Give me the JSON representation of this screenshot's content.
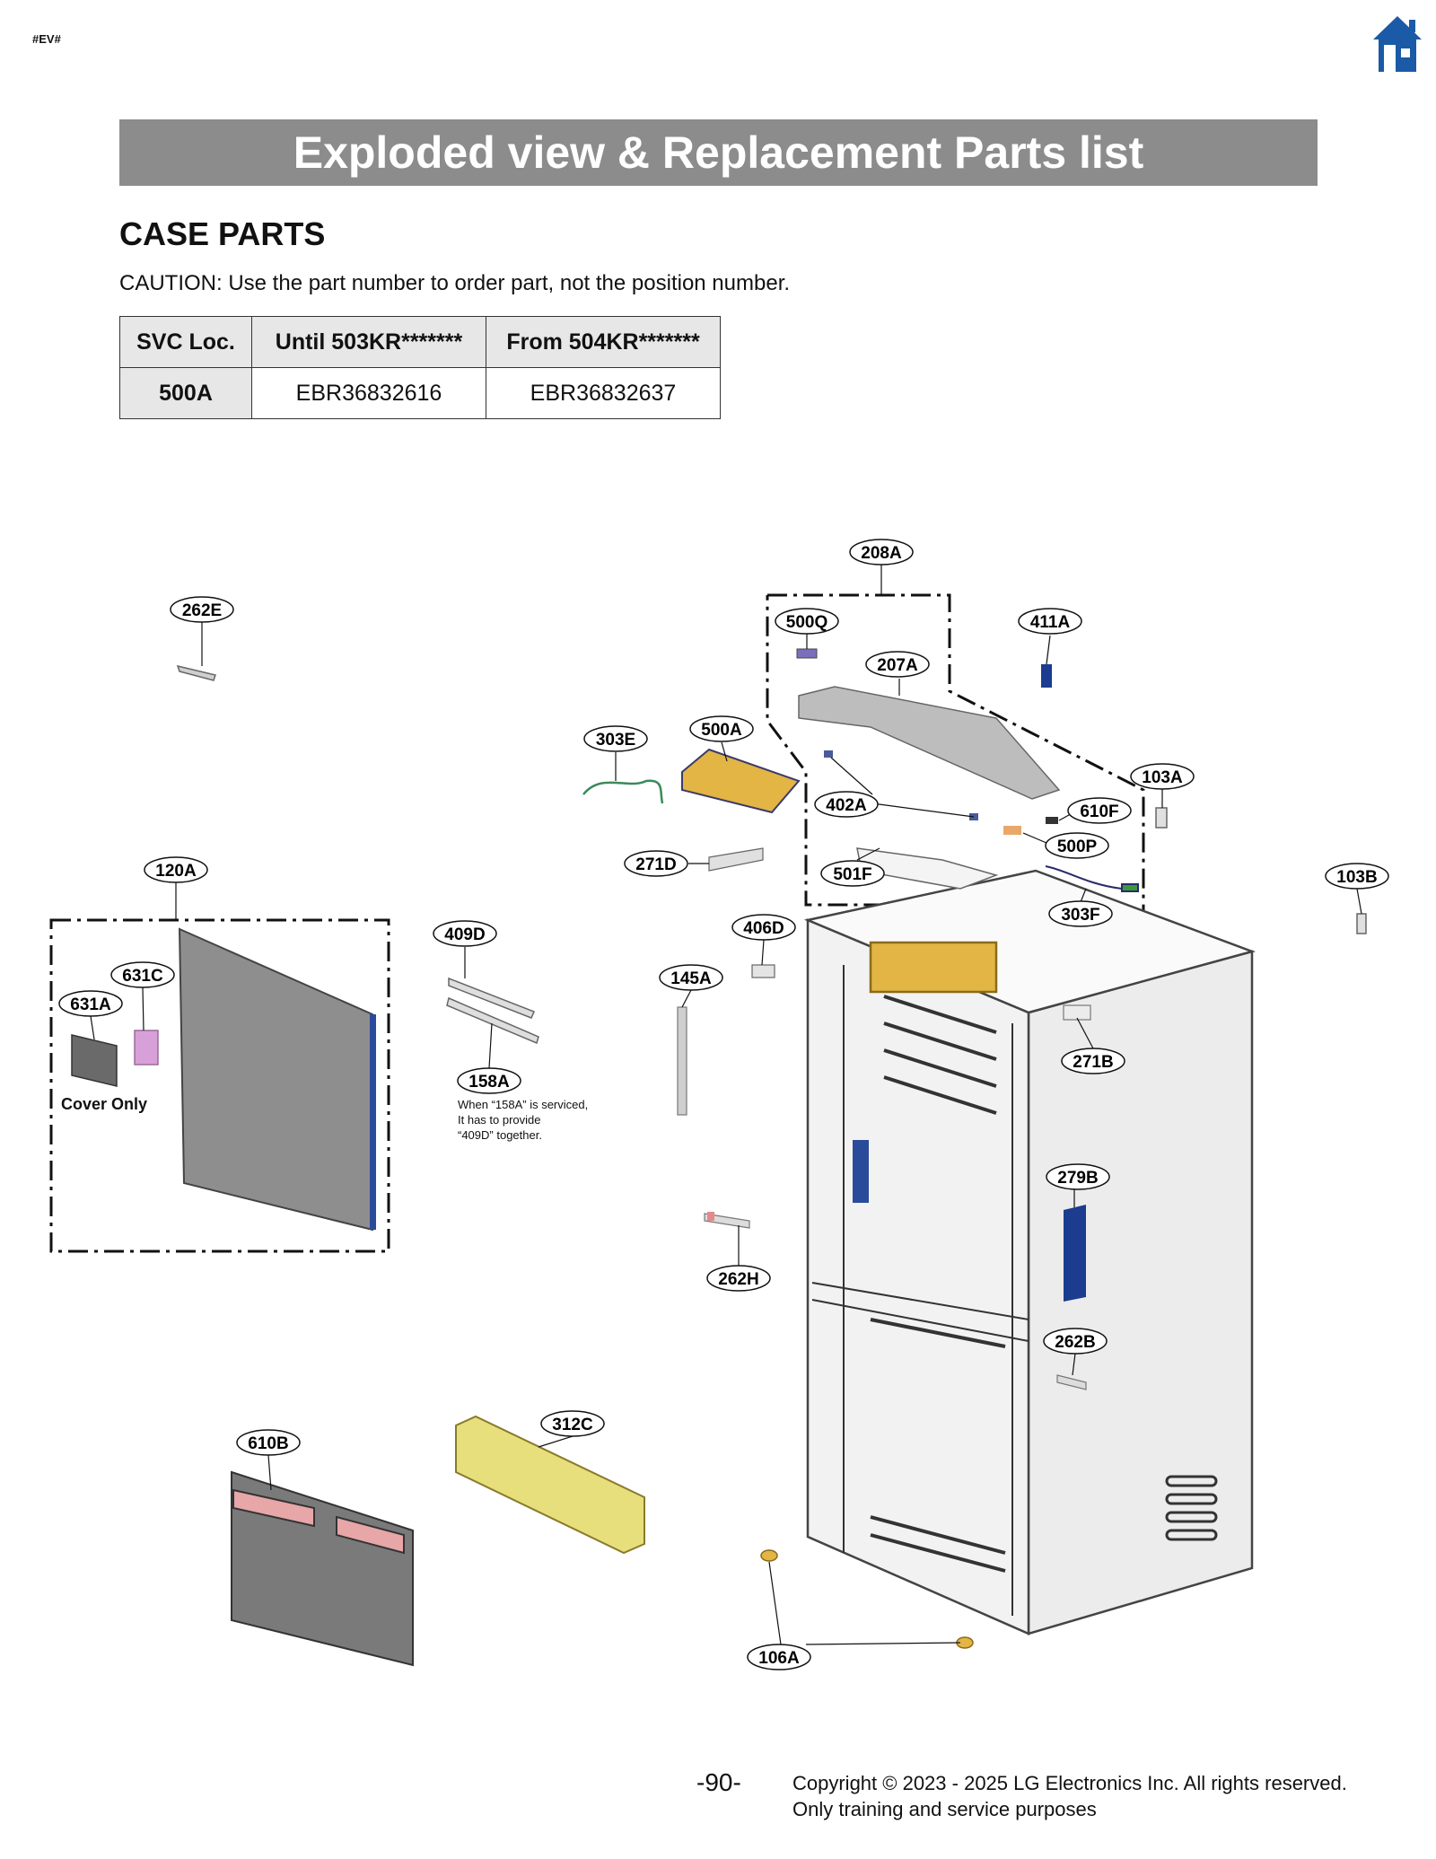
{
  "header": {
    "tag": "#EV#",
    "home_icon": "home-icon",
    "title": "Exploded view & Replacement Parts list"
  },
  "section": {
    "title": "CASE PARTS",
    "caution": "CAUTION: Use the part number to order part, not the position number."
  },
  "svc_table": {
    "headers": [
      "SVC Loc.",
      "Until 503KR*******",
      "From 504KR*******"
    ],
    "rows": [
      [
        "500A",
        "EBR36832616",
        "EBR36832637"
      ]
    ]
  },
  "diagram": {
    "callouts": [
      "208A",
      "262E",
      "500Q",
      "411A",
      "207A",
      "303E",
      "500A",
      "103A",
      "402A",
      "610F",
      "500P",
      "271D",
      "501F",
      "120A",
      "103B",
      "303F",
      "409D",
      "406D",
      "631C",
      "145A",
      "631A",
      "271B",
      "158A",
      "279B",
      "262H",
      "262B",
      "312C",
      "610B",
      "106A"
    ],
    "cover_only": "Cover Only",
    "note": [
      "When “158A” is serviced,",
      "It has to provide",
      "“409D” together."
    ]
  },
  "footer": {
    "page": "-90-",
    "copyright": "Copyright © 2023 - 2025 LG Electronics Inc. All rights reserved.",
    "purpose": "Only training and service purposes"
  },
  "colors": {
    "banner": "#8c8c8c",
    "home": "#1a5aa6",
    "panel_gray": "#8e8e8e",
    "pcb_yellow": "#e2b544",
    "duct_yellow": "#e6df7c",
    "pink": "#e7a6a8",
    "blue": "#1b3c8f"
  }
}
